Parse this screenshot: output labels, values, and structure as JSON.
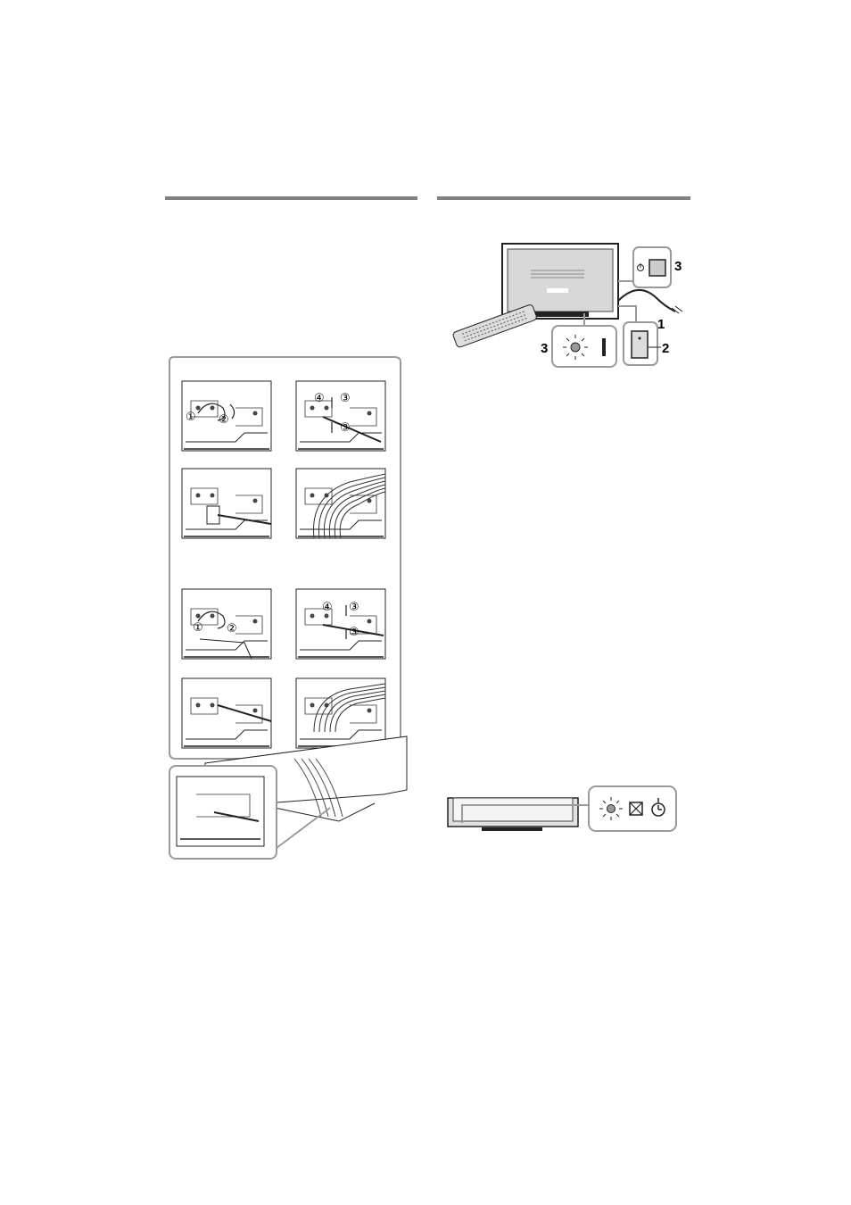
{
  "callouts": {
    "connect_plug": "1",
    "power_switch": "2",
    "power_button": "3",
    "remote_indicator": "3"
  },
  "steps": {
    "one": "①",
    "two": "②",
    "three": "③",
    "four": "④"
  },
  "icons": {
    "power": "power-icon",
    "picture_off": "picture-off-icon",
    "timer": "timer-icon",
    "illumination": "illumination-icon",
    "remote": "remote-control-icon"
  },
  "colors": {
    "rule": "#808080",
    "callout_border": "#9a9a9a",
    "line": "#222222"
  }
}
